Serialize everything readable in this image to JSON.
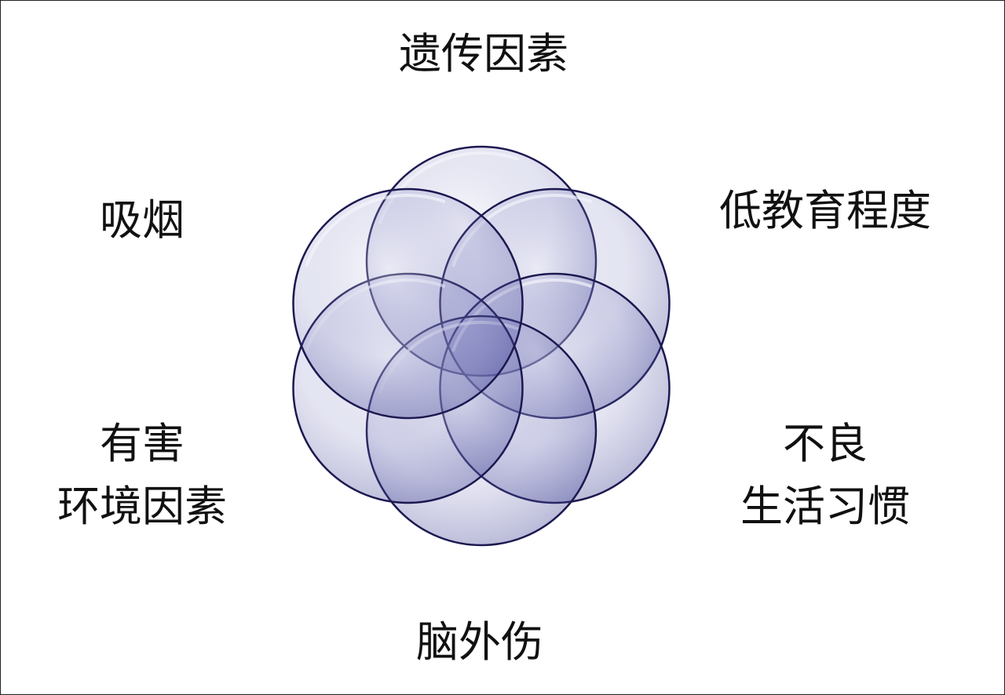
{
  "factors": [
    {
      "id": "genetic",
      "lines": [
        "遗传因素"
      ]
    },
    {
      "id": "low-education",
      "lines": [
        "低教育程度"
      ]
    },
    {
      "id": "bad-habits",
      "lines": [
        "不良",
        "生活习惯"
      ]
    },
    {
      "id": "brain-injury",
      "lines": [
        "脑外伤"
      ]
    },
    {
      "id": "environment",
      "lines": [
        "有害",
        "环境因素"
      ]
    },
    {
      "id": "smoking",
      "lines": [
        "吸烟"
      ]
    }
  ],
  "colors": {
    "circle_stroke": "#1c1850",
    "circle_fill": "#4a4ca0",
    "circle_highlight": "#f4f4fb",
    "text": "#111111"
  }
}
